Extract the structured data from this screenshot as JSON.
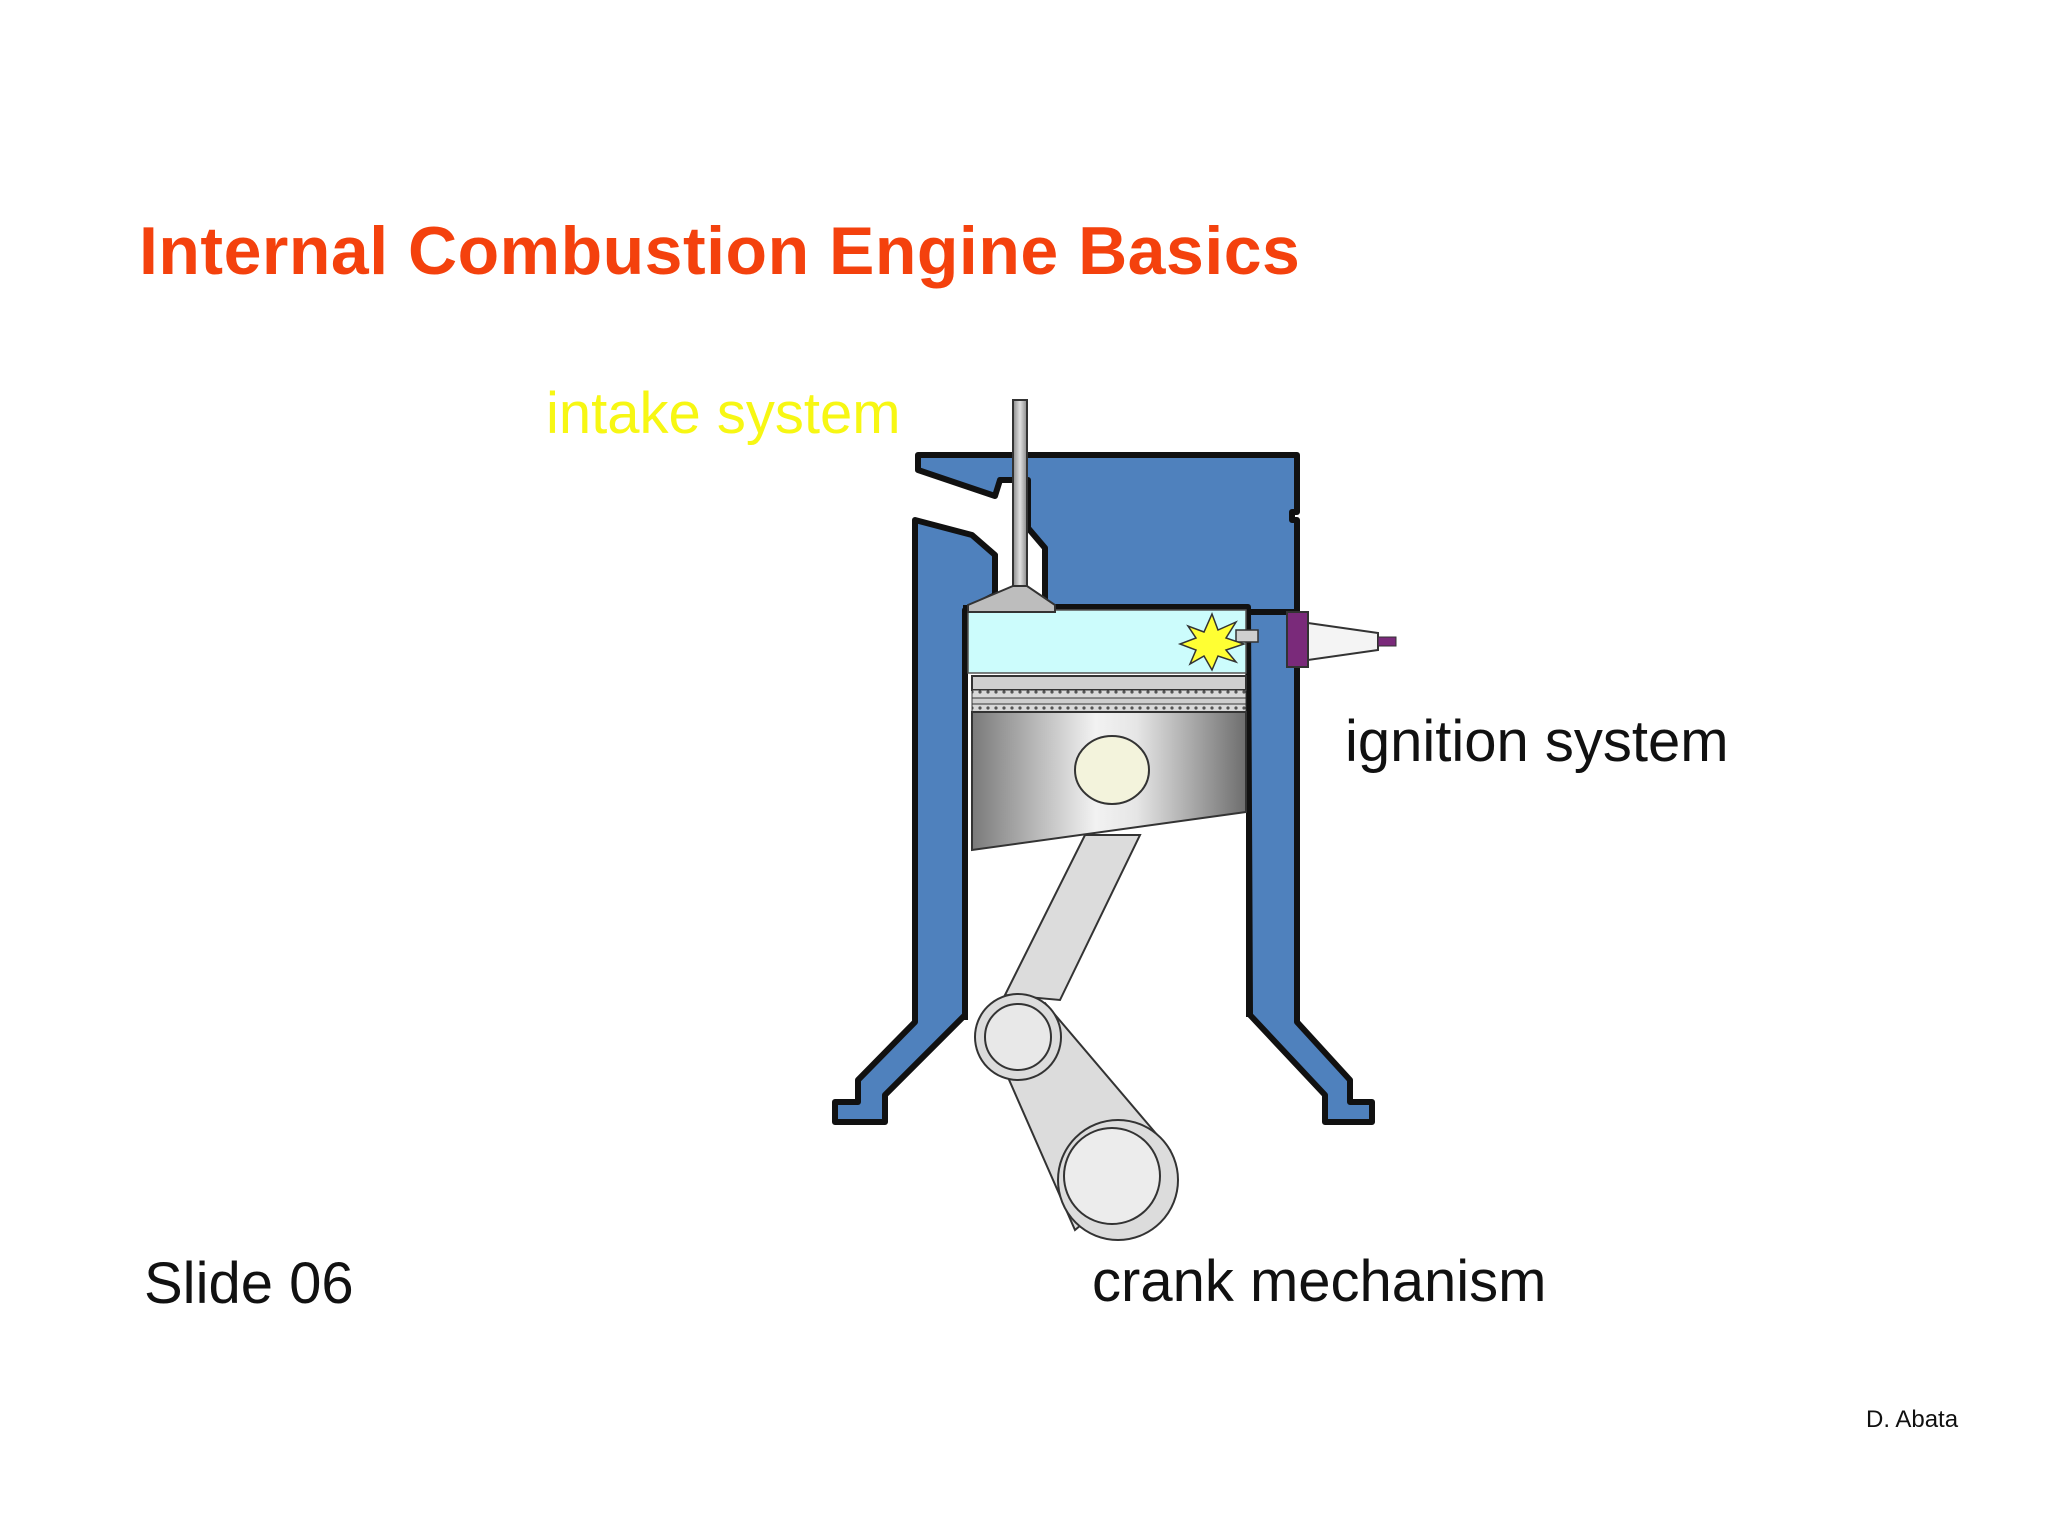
{
  "slide": {
    "title": "Internal Combustion Engine Basics",
    "slide_number": "Slide 06",
    "author": "D. Abata"
  },
  "labels": {
    "intake": "intake system",
    "ignition": "ignition system",
    "crank": "crank mechanism"
  },
  "colors": {
    "title": "#f4410d",
    "intake_label": "#f7f713",
    "block": "#4f81bd",
    "chamber": "#ccfcfc",
    "spark": "#ffff33",
    "plug_nut": "#7a2a7a"
  }
}
